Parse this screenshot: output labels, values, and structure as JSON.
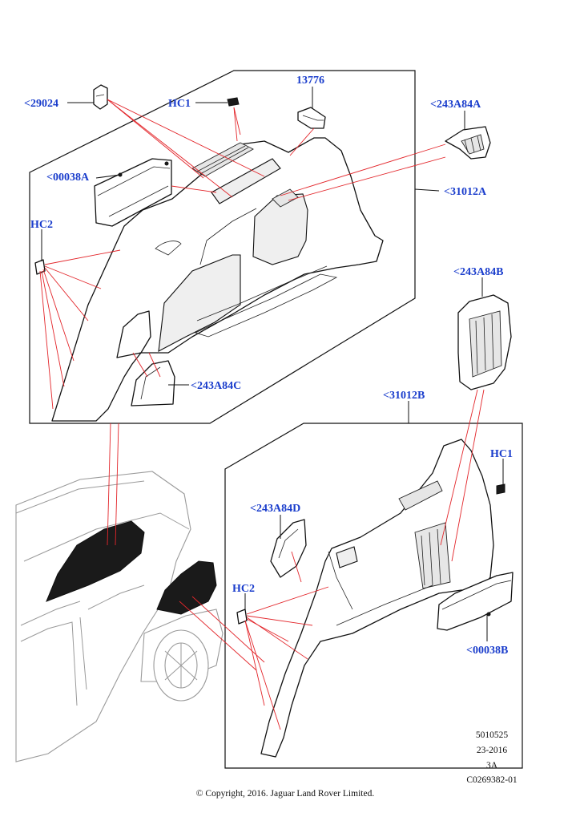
{
  "callouts": {
    "c29024": "<29024",
    "hc1_top": "HC1",
    "c13776": "13776",
    "c243A84A": "<243A84A",
    "c00038A": "<00038A",
    "c31012A": "<31012A",
    "hc2_top": "HC2",
    "c243A84C": "<243A84C",
    "c243A84B": "<243A84B",
    "c31012B": "<31012B",
    "hc1_bottom": "HC1",
    "c243A84D": "<243A84D",
    "hc2_bottom": "HC2",
    "c00038B": "<00038B"
  },
  "metadata": {
    "line1": "5010525",
    "line2": "23-2016",
    "line3": "3A",
    "line4": "C0269382-01"
  },
  "copyright": "© Copyright, 2016. Jaguar Land Rover Limited.",
  "colors": {
    "callout_text": "#1a3dcc",
    "leader_red": "#e3262b",
    "outline": "#111111"
  }
}
